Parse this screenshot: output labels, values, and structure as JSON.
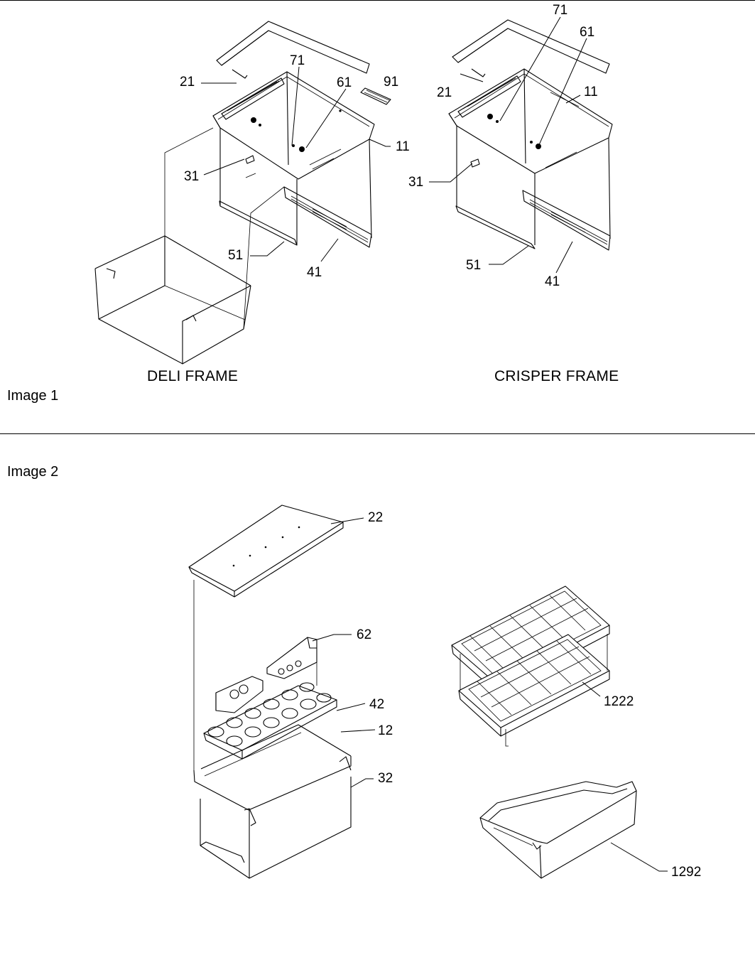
{
  "image1": {
    "caption": "Image 1",
    "deli_frame": {
      "title": "DELI FRAME",
      "callouts": {
        "c71": "71",
        "c91": "91",
        "c21": "21",
        "c61": "61",
        "c11": "11",
        "c31": "31",
        "c51": "51",
        "c41": "41"
      }
    },
    "crisper_frame": {
      "title": "CRISPER FRAME",
      "callouts": {
        "c71": "71",
        "c61": "61",
        "c21": "21",
        "c11": "11",
        "c31": "31",
        "c51": "51",
        "c41": "41"
      }
    }
  },
  "image2": {
    "caption": "Image 2",
    "callouts": {
      "c22": "22",
      "c62": "62",
      "c42": "42",
      "c12": "12",
      "c32": "32",
      "c1222": "1222",
      "c1292": "1292"
    }
  }
}
